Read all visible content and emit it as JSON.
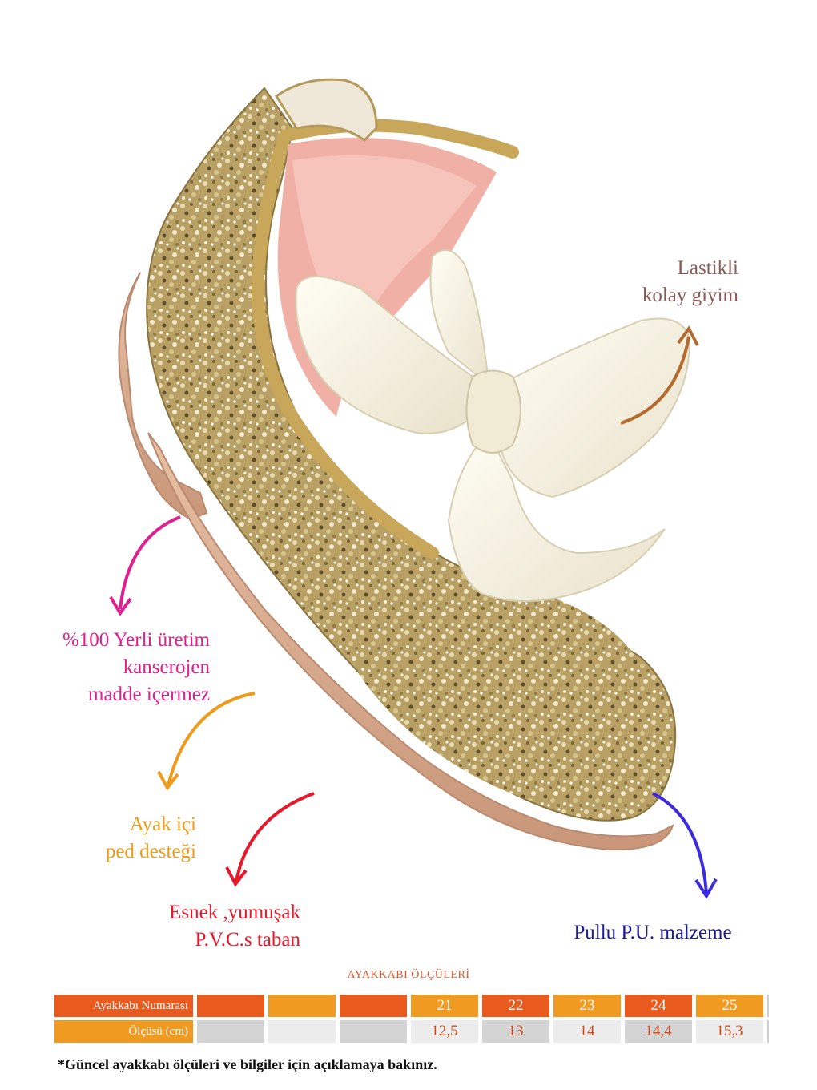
{
  "colors": {
    "elastic": "#8a5a55",
    "elastic_arrow": "#b56a2e",
    "local": "#e0208f",
    "pad": "#f09a1a",
    "sole": "#e8182a",
    "material": "#1a1a9a",
    "material_arrow": "#3a2ae0",
    "table_title": "#e8552a",
    "table_orange": "#e85a1e",
    "table_amber": "#f09a22",
    "table_grey": "#d4d4d4",
    "table_light": "#ececec",
    "table_text": "#d04a1a"
  },
  "callouts": {
    "elastic": [
      "Lastikli",
      "kolay giyim"
    ],
    "local": [
      "%100 Yerli üretim",
      "kanserojen",
      "madde içermez"
    ],
    "pad": [
      "Ayak içi",
      "ped desteği"
    ],
    "sole": [
      "Esnek ,yumuşak",
      "P.V.C.s taban"
    ],
    "material": [
      "Pullu P.U. malzeme"
    ]
  },
  "size_table": {
    "title": "AYAKKABI ÖLÇÜLERİ",
    "rows": [
      {
        "label": "Ayakkabı Numarası",
        "cells": [
          "",
          "",
          "",
          "21",
          "22",
          "23",
          "24",
          "25"
        ]
      },
      {
        "label": "Ölçüsü (cm)",
        "cells": [
          "",
          "",
          "",
          "12,5",
          "13",
          "14",
          "14,4",
          "15,3"
        ]
      }
    ]
  },
  "footnote": "*Güncel ayakkabı ölçüleri ve bilgiler için açıklamaya bakınız."
}
